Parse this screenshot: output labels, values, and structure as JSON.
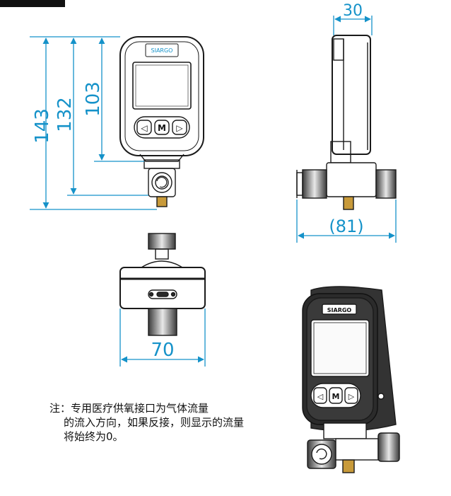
{
  "dimensions": {
    "height_total": "143",
    "height_body_fitting": "132",
    "height_body": "103",
    "depth": "30",
    "width_fitting": "(81)",
    "width_body": "70"
  },
  "brand": "SIARGO",
  "buttons": {
    "left": "◁",
    "mode": "M",
    "right": "▷"
  },
  "note": {
    "lead": "注：专用医疗供氧接口为气体流量",
    "rest": "的流入方向，如果反接，则显示的流量将始终为0。"
  },
  "colors": {
    "dimension": "#1592c9",
    "outline": "#1a1a1a",
    "fill_dark": "#2b2b2b",
    "fitting_gold": "#c89a3a"
  }
}
